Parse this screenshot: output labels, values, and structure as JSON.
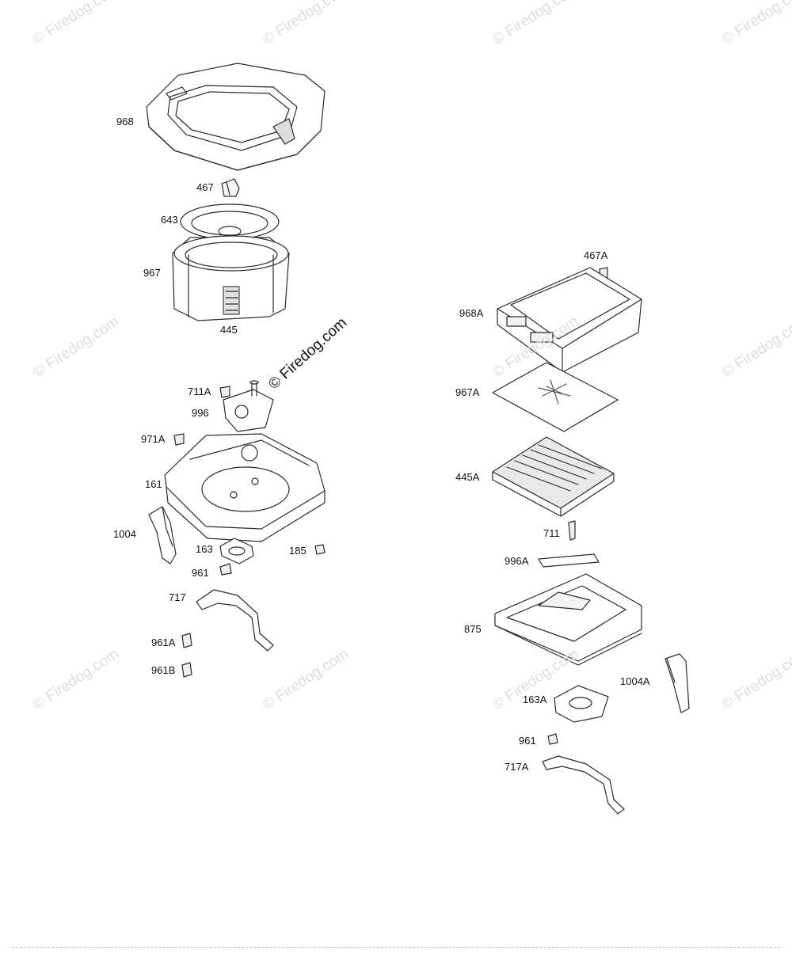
{
  "watermark": {
    "text": "© Firedog.com",
    "main_text": "© Firedog.com"
  },
  "labels": {
    "p968": "968",
    "p467": "467",
    "p643": "643",
    "p967": "967",
    "p445": "445",
    "p711A": "711A",
    "p996": "996",
    "p971A": "971A",
    "p161": "161",
    "p1004": "1004",
    "p163": "163",
    "p185": "185",
    "p961": "961",
    "p717": "717",
    "p961A": "961A",
    "p961B": "961B",
    "p467A": "467A",
    "p968A": "968A",
    "p967A": "967A",
    "p445A": "445A",
    "p711": "711",
    "p996A": "996A",
    "p875": "875",
    "p1004A": "1004A",
    "p163A": "163A",
    "p961r": "961",
    "p717A": "717A"
  },
  "colors": {
    "line": "#2a2a2a",
    "fill": "#ffffff",
    "shade": "#e6e6e6",
    "watermark": "#dcdcdc"
  }
}
